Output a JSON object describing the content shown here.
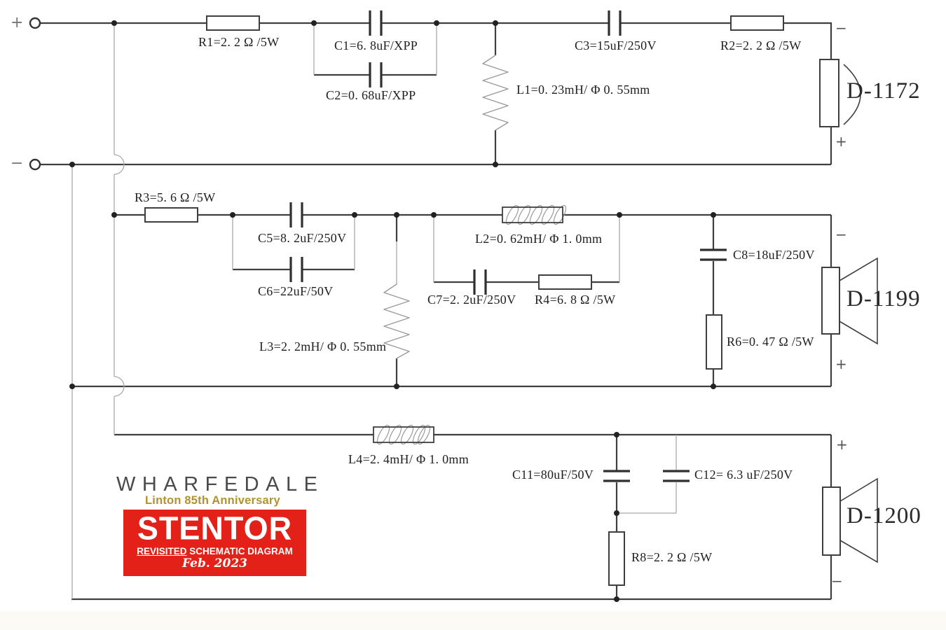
{
  "input": {
    "plus_mark": "+",
    "minus_mark": "−"
  },
  "components": {
    "R1": "R1=2. 2 Ω /5W",
    "C1": "C1=6. 8uF/XPP",
    "C2": "C2=0. 68uF/XPP",
    "C3": "C3=15uF/250V",
    "R2": "R2=2. 2 Ω /5W",
    "L1": "L1=0. 23mH/ Φ 0. 55mm",
    "R3": "R3=5. 6 Ω /5W",
    "C5": "C5=8. 2uF/250V",
    "C6": "C6=22uF/50V",
    "L2": "L2=0. 62mH/ Φ 1. 0mm",
    "C7": "C7=2. 2uF/250V",
    "R4": "R4=6. 8 Ω /5W",
    "C8": "C8=18uF/250V",
    "R6": "R6=0. 47 Ω /5W",
    "L3": "L3=2. 2mH/ Φ 0. 55mm",
    "L4": "L4=2. 4mH/ Φ 1. 0mm",
    "C11": "C11=80uF/50V",
    "C12": "C12= 6.3 uF/250V",
    "R8": "R8=2. 2 Ω /5W"
  },
  "speakers": [
    {
      "label": "D-1172",
      "top_mark": "−",
      "bottom_mark": "+"
    },
    {
      "label": "D-1199",
      "top_mark": "−",
      "bottom_mark": "+"
    },
    {
      "label": "D-1200",
      "top_mark": "+",
      "bottom_mark": "−"
    }
  ],
  "logo": {
    "brand": "WHARFEDALE",
    "series": "Linton 85th Anniversary",
    "badge_title": "STENTOR",
    "badge_sub_underlined": "REVISITED",
    "badge_sub_rest": " SCHEMATIC DIAGRAM",
    "badge_date": "Feb. 2023",
    "badge_bg": "#e32119",
    "series_color": "#b3922d",
    "brand_color": "#4a4a4a"
  }
}
